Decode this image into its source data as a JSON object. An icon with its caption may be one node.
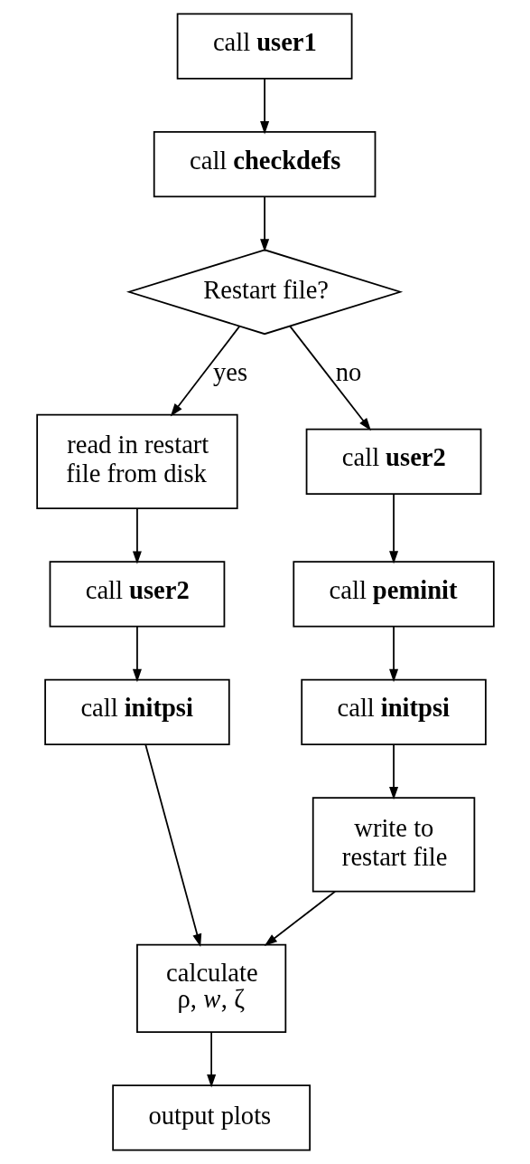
{
  "diagram": {
    "nodes": [
      {
        "text": [
          "call **user1**"
        ]
      },
      {
        "text": [
          "call **checkdefs**"
        ]
      },
      {
        "text": [
          "Restart file?"
        ]
      },
      {
        "text": [
          "read in restart file from disk"
        ]
      },
      {
        "text": [
          "call **user2**"
        ]
      },
      {
        "text": [
          "call **initpsi**"
        ]
      },
      {
        "text": [
          "call **user2**"
        ]
      },
      {
        "text": [
          "call **peminit**"
        ]
      },
      {
        "text": [
          "call **initpsi**"
        ]
      },
      {
        "text": [
          "write to restart file"
        ]
      },
      {
        "text": [
          "calculate ρ, *w*, ζ"
        ]
      },
      {
        "text": [
          "output plots"
        ]
      }
    ],
    "edges": [
      {
        "from": 0,
        "to": 1,
        "arrow": "to"
      },
      {
        "from": 1,
        "to": 2,
        "arrow": "to"
      },
      {
        "from": 2,
        "to": 3,
        "arrow": "to",
        "label": "yes"
      },
      {
        "from": 2,
        "to": 4,
        "arrow": "to",
        "label": "no"
      },
      {
        "from": 3,
        "to": 6,
        "arrow": "to"
      },
      {
        "from": 6,
        "to": 5,
        "arrow": "to"
      },
      {
        "from": 4,
        "to": 7,
        "arrow": "to"
      },
      {
        "from": 7,
        "to": 8,
        "arrow": "to"
      },
      {
        "from": 8,
        "to": 9,
        "arrow": "to"
      },
      {
        "from": 5,
        "to": 10,
        "arrow": "to"
      },
      {
        "from": 9,
        "to": 10,
        "arrow": "to"
      },
      {
        "from": 10,
        "to": 11,
        "arrow": "to"
      }
    ]
  }
}
